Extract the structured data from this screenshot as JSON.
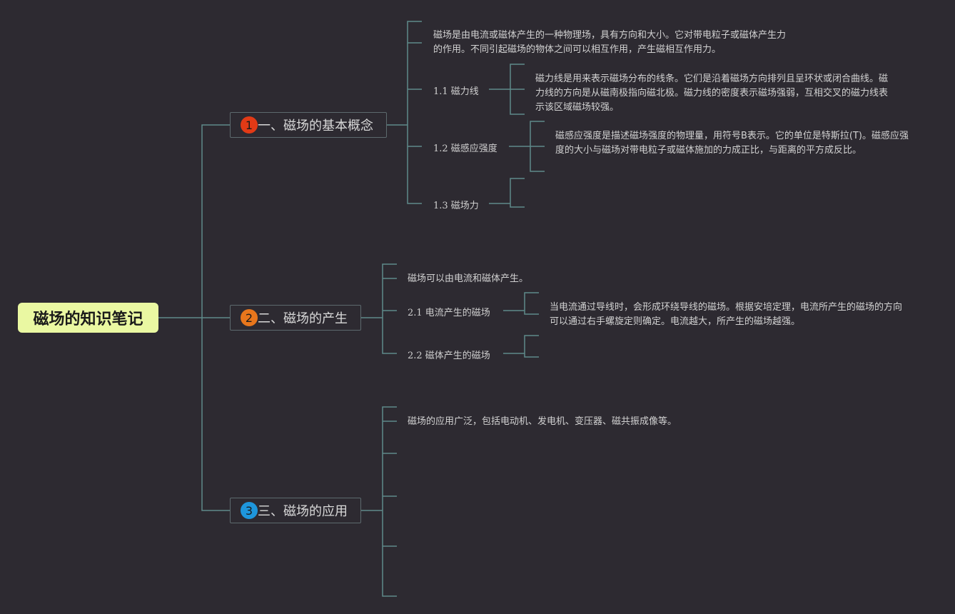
{
  "root": {
    "title": "磁场的知识笔记"
  },
  "branches": [
    {
      "number": "1",
      "badge_color": "#e23a16",
      "label": "一、磁场的基本概念",
      "intro": "磁场是由电流或磁体产生的一种物理场，具有方向和大小。它对带电粒子或磁体产生力的作用。不同引起磁场的物体之间可以相互作用，产生磁相互作用力。",
      "topics": [
        {
          "label": "1.1 磁力线",
          "text": "磁力线是用来表示磁场分布的线条。它们是沿着磁场方向排列且呈环状或闭合曲线。磁力线的方向是从磁南极指向磁北极。磁力线的密度表示磁场强弱，互相交叉的磁力线表示该区域磁场较强。"
        },
        {
          "label": "1.2 磁感应强度",
          "text": "磁感应强度是描述磁场强度的物理量，用符号B表示。它的单位是特斯拉(T)。磁感应强度的大小与磁场对带电粒子或磁体施加的力成正比，与距离的平方成反比。"
        },
        {
          "label": "1.3 磁场力",
          "text": ""
        }
      ]
    },
    {
      "number": "2",
      "badge_color": "#e8761c",
      "label": "二、磁场的产生",
      "intro": "磁场可以由电流和磁体产生。",
      "topics": [
        {
          "label": "2.1 电流产生的磁场",
          "text": "当电流通过导线时，会形成环绕导线的磁场。根据安培定理，电流所产生的磁场的方向可以通过右手螺旋定则确定。电流越大，所产生的磁场越强。"
        },
        {
          "label": "2.2 磁体产生的磁场",
          "text": ""
        }
      ]
    },
    {
      "number": "3",
      "badge_color": "#1e96dc",
      "label": "三、磁场的应用",
      "intro": "磁场的应用广泛，包括电动机、发电机、变压器、磁共振成像等。",
      "topics": []
    }
  ],
  "colors": {
    "background": "#2d2a31",
    "connector": "#5e8a8a",
    "root_fill": "#eaf8a2"
  }
}
